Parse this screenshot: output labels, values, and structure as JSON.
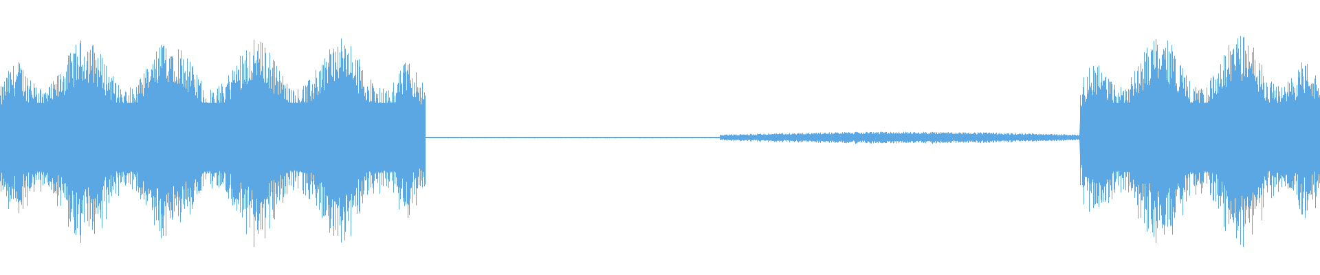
{
  "waveform": {
    "color": "#5ba7e3",
    "background": "#ffffff",
    "duration_fraction_segments": [
      {
        "kind": "loud-burst",
        "start": 0.0,
        "end": 0.322,
        "peak_level": 0.85,
        "body_level": 0.32,
        "pulse_count": 5
      },
      {
        "kind": "silence",
        "start": 0.322,
        "end": 0.545,
        "level": 0.004
      },
      {
        "kind": "low-noise",
        "start": 0.545,
        "end": 0.818,
        "level": 0.025
      },
      {
        "kind": "loud-burst",
        "start": 0.818,
        "end": 1.0,
        "peak_level": 0.88,
        "body_level": 0.32,
        "pulse_count": 3
      }
    ]
  }
}
